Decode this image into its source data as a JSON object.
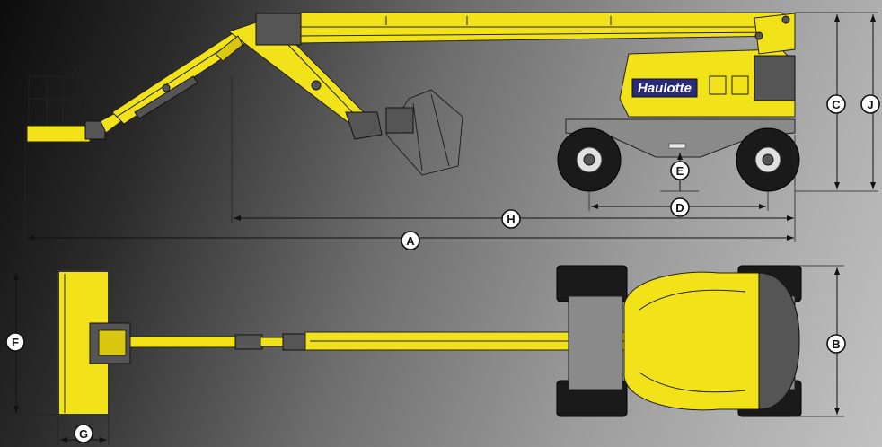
{
  "brand": "Haulotte",
  "dimensions": [
    {
      "id": "dim-a",
      "label": "A"
    },
    {
      "id": "dim-b",
      "label": "B"
    },
    {
      "id": "dim-c",
      "label": "C"
    },
    {
      "id": "dim-d",
      "label": "D"
    },
    {
      "id": "dim-e",
      "label": "E"
    },
    {
      "id": "dim-f",
      "label": "F"
    },
    {
      "id": "dim-g",
      "label": "G"
    },
    {
      "id": "dim-h",
      "label": "H"
    },
    {
      "id": "dim-j",
      "label": "J"
    }
  ],
  "colors": {
    "machine_yellow": "#f2e21a",
    "chassis_gray": "#8a8a8a",
    "tire_black": "#1a1a1a",
    "brand_plate": "#2a2a7a"
  }
}
